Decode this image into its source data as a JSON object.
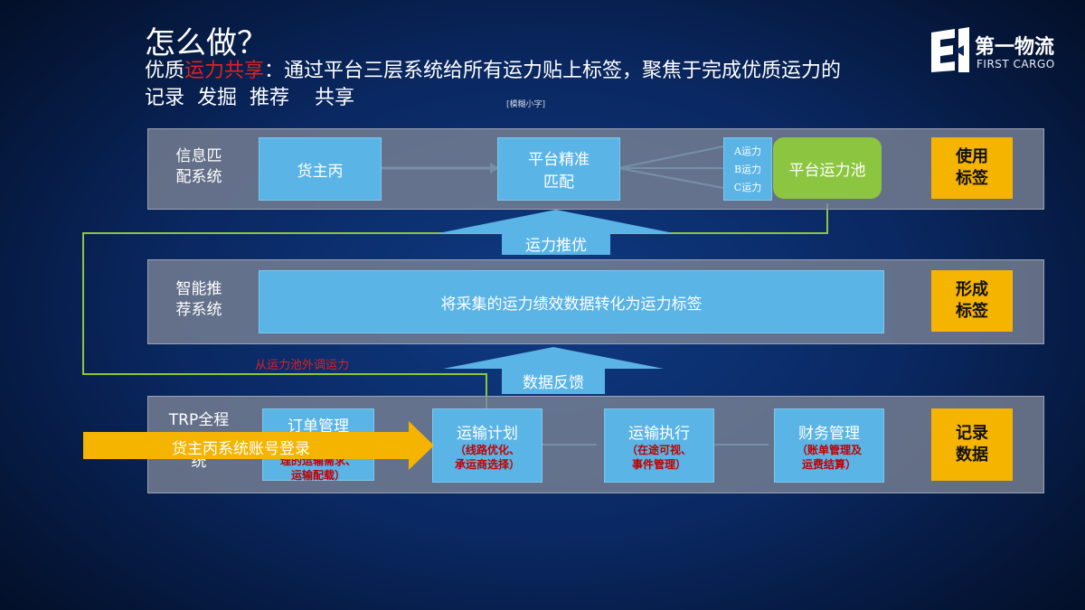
{
  "title": "怎么做？",
  "subtitle": {
    "prefix": "优质",
    "highlight": "运力共享",
    "rest": "：通过平台三层系统给所有运力贴上标签，聚焦于完成优质运力的",
    "line2": "记录  发掘  推荐    共享"
  },
  "tiny_note": "[模糊小字]",
  "logo": {
    "name_cn": "第一物流",
    "name_en": "FIRST CARGO"
  },
  "top_layer": {
    "label": "信息匹\n配系统",
    "shipper_box": "货主丙",
    "match_box": "平台精准\n匹配",
    "tiers": [
      "A运力",
      "B运力",
      "C运力"
    ],
    "pool_box": "平台运力池",
    "tag": "使用\n标签"
  },
  "arrow_up_1": "运力推优",
  "mid_layer": {
    "label": "智能推\n荐系统",
    "main_box": "将采集的运力绩效数据转化为运力标签",
    "tag": "形成\n标签"
  },
  "red_note": "从运力池外调运力",
  "arrow_up_2": "数据反馈",
  "bottom_layer": {
    "label": "TRP全程\n软件系\n统",
    "order": {
      "title": "订单管理",
      "sub": "理的运输需求、\n运输配载）"
    },
    "plan": {
      "title": "运输计划",
      "sub": "（线路优化、\n承运商选择）"
    },
    "exec": {
      "title": "运输执行",
      "sub": "（在途可视、\n事件管理）"
    },
    "finance": {
      "title": "财务管理",
      "sub": "（账单管理及\n运费结算）"
    },
    "tag": "记录\n数据"
  },
  "banner": "货主丙系统账号登录",
  "colors": {
    "accent_blue": "#5ab4e6",
    "tag_yellow": "#f5b400",
    "pool_green": "#8cc53f",
    "highlight_red": "#e02020",
    "banner_yellow": "#f5b400"
  }
}
